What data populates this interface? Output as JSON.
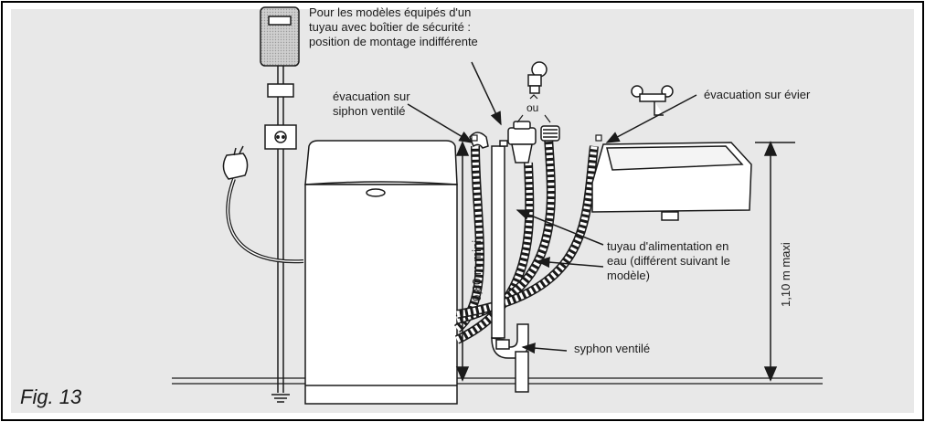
{
  "labels": {
    "safety_box_note": [
      "Pour les modèles équipés d'un",
      "tuyau avec boîtier de sécurité :",
      "position de montage indifférente"
    ],
    "or": "ou",
    "vented_siphon_drain": [
      "évacuation sur",
      "siphon ventilé"
    ],
    "sink_drain": "évacuation sur évier",
    "water_supply_hose": [
      "tuyau d'alimentation en",
      "eau (différent suivant le",
      "modèle)"
    ],
    "vented_siphon": "syphon ventilé",
    "min_height": "0,80 m mini",
    "max_height": "1,10 m maxi"
  },
  "caption": "Fig. 13",
  "colors": {
    "line": "#1a1a1a",
    "panel": "#e8e8e8",
    "frame": "#000000"
  }
}
